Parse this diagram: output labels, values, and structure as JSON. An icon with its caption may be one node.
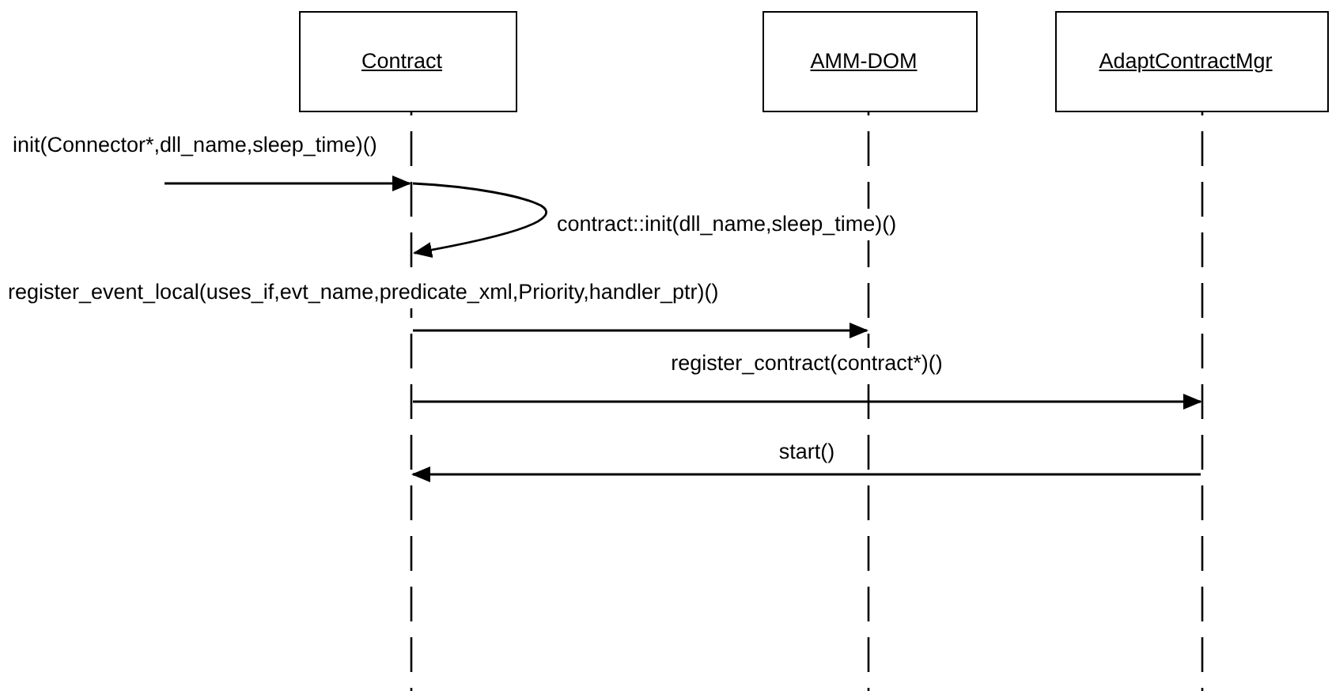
{
  "diagram": {
    "nodes": [
      {
        "text": [
          "Contract"
        ]
      },
      {
        "text": [
          "AMM-DOM"
        ]
      },
      {
        "text": [
          "AdaptContractMgr"
        ]
      },
      {
        "text": [],
        "shape": "bar"
      },
      {
        "text": [],
        "shape": "bar"
      },
      {
        "text": [],
        "shape": "bar"
      }
    ],
    "edges": [
      {
        "from": null,
        "to": 3,
        "arrow": "to",
        "label": "init(Connector*,dll_name,sleep_time)()"
      },
      {
        "from": 3,
        "to": 3,
        "arrow": "to",
        "label": "contract::init(dll_name,sleep_time)()"
      },
      {
        "from": 3,
        "to": 4,
        "arrow": "to",
        "label": "register_event_local(uses_if,evt_name,predicate_xml,Priority,handler_ptr)()"
      },
      {
        "from": 3,
        "to": 5,
        "arrow": "to",
        "label": "register_contract(contract*)()"
      },
      {
        "from": 5,
        "to": 3,
        "arrow": "to",
        "label": "start()"
      }
    ]
  }
}
